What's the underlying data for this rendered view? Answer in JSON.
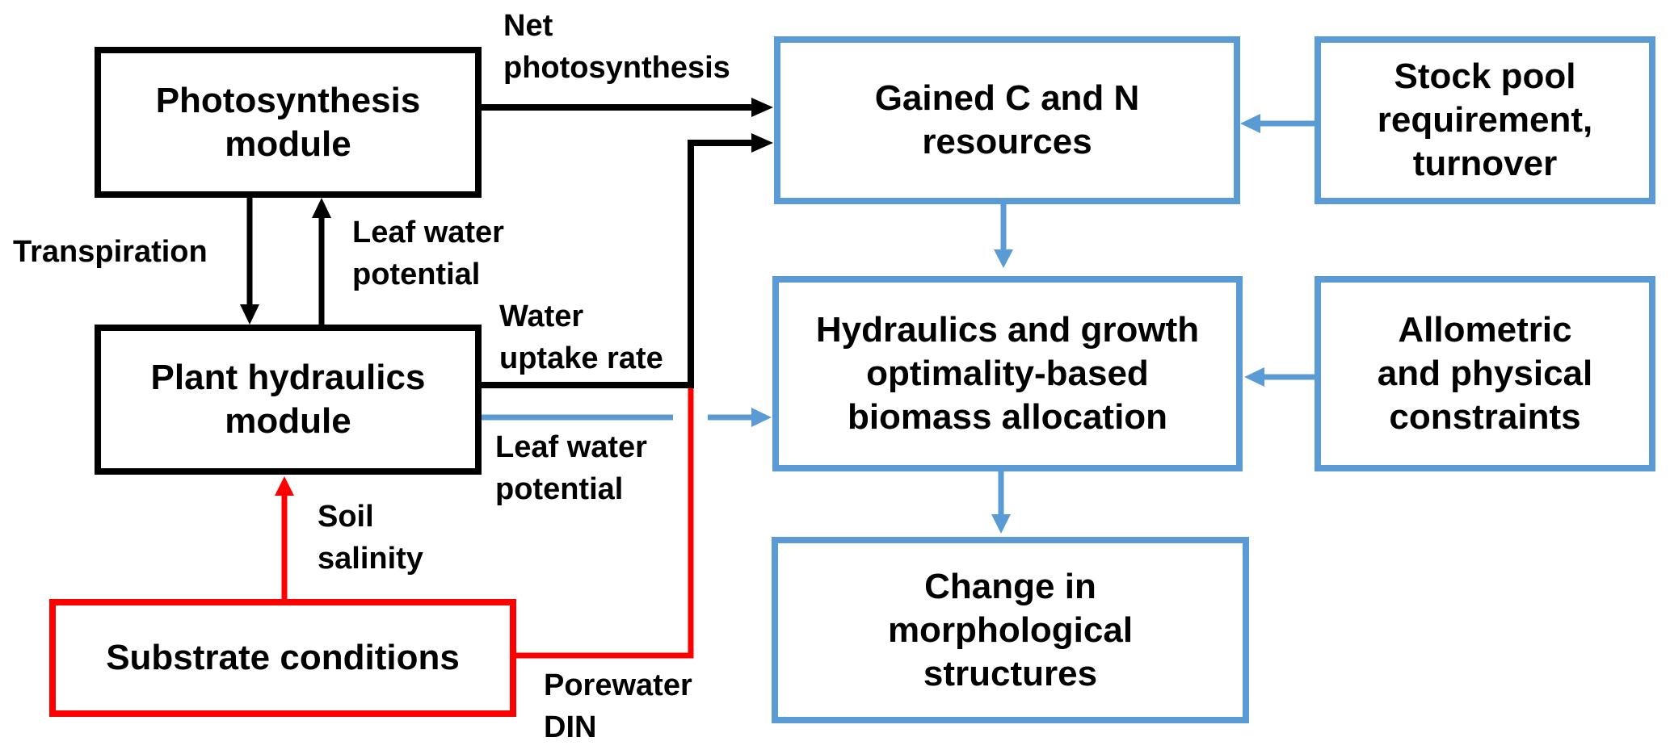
{
  "colors": {
    "model_core": "#000000",
    "allocation": "#5B9BD5",
    "environment": "#FF0000"
  },
  "nodes": {
    "photosynthesis": "Photosynthesis\nmodule",
    "plant_hydraulics": "Plant hydraulics\nmodule",
    "substrate": "Substrate conditions",
    "gained_resources": "Gained C and N\nresources",
    "stock_pool": "Stock pool\nrequirement,\nturnover",
    "allocation": "Hydraulics and growth\noptimality-based\nbiomass allocation",
    "constraints": "Allometric\nand physical\nconstraints",
    "morphology": "Change in\nmorphological\nstructures"
  },
  "edges": {
    "net_photosynthesis": "Net\nphotosynthesis",
    "transpiration": "Transpiration",
    "leaf_water_potential_up": "Leaf water\npotential",
    "water_uptake_rate": "Water\nuptake rate",
    "leaf_water_potential_out": "Leaf water\npotential",
    "soil_salinity": "Soil\nsalinity",
    "porewater_din": "Porewater\nDIN"
  }
}
